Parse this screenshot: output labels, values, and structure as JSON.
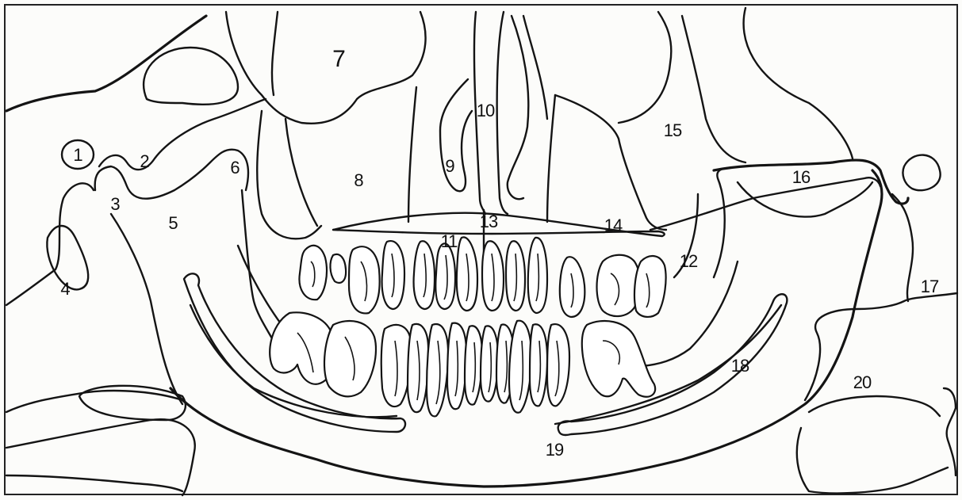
{
  "labels": [
    "1",
    "2",
    "3",
    "4",
    "5",
    "6",
    "7",
    "8",
    "9",
    "10",
    "11",
    "12",
    "13",
    "14",
    "15",
    "16",
    "17",
    "18",
    "19",
    "20"
  ],
  "colors": {
    "ink": "#141414",
    "paper": "#fcfcfa"
  }
}
